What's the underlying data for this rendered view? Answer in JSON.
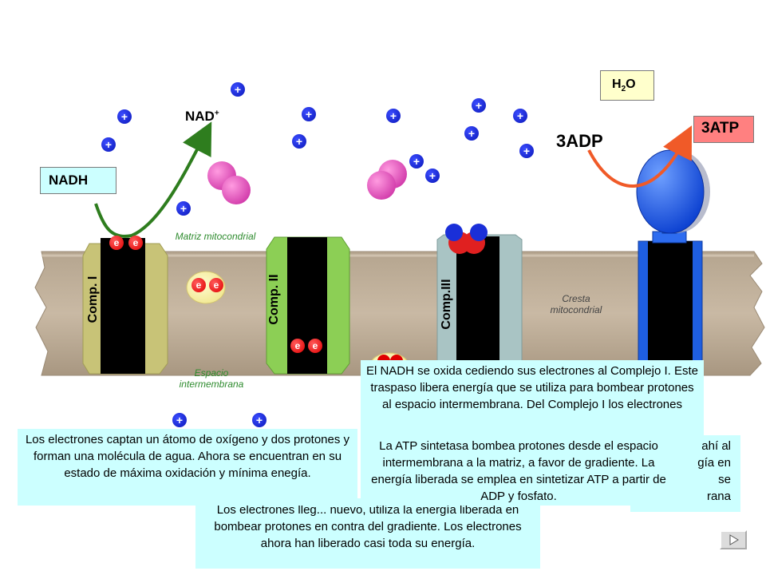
{
  "labels": {
    "nadh": "NADH",
    "nad_plus": "NAD",
    "nad_plus_sup": "+",
    "h2o_h": "H",
    "h2o_sub": "2",
    "h2o_o": "O",
    "adp": "3ADP",
    "atp": "3ATP",
    "matrix": "Matriz mitocondrial",
    "cresta_line1": "Cresta",
    "cresta_line2": "mitocondrial",
    "espacio_line1": "Espacio",
    "espacio_line2": "intermembrana",
    "comp1": "Comp. I",
    "comp2": "Comp. II",
    "comp3": "Comp.III",
    "proton": "+",
    "electron": "e"
  },
  "popups": {
    "oxygen_water": "Los electrones captan un átomo de oxígeno y dos protones y forman una molécula de agua. Ahora se encuentran en su estado de máxima oxidación y mínima enegía.",
    "nadh_complex1": "El NADH se oxida cediendo sus electrones al Complejo I. Este traspaso libera energía que se utiliza para bombear protones al espacio intermembrana. Del Complejo I los electrones",
    "atp_synthase": "La ATP sintetasa bombea protones desde el espacio intermembrana a la matriz, a favor de gradiente. La energía liberada se emplea en sintetizar ATP a partir de ADP y fosfato.",
    "complex3_bottom": "Los electrones lleg... nuevo, utiliza la energía liberada en bombear protones en contra del gradiente. Los electrones ahora han liberado casi toda su energía.",
    "right_fragment_1": "ahí al",
    "right_fragment_2": "gía en",
    "right_fragment_3": "se",
    "right_fragment_4": "rana"
  },
  "colors": {
    "proton": "#0a17b8",
    "electron": "#e00000",
    "membrane": "#c0ae98",
    "popup_bg": "#ccffff",
    "atp_box": "#ff8080",
    "nadh_box": "#ccffff",
    "h2o_box": "#ffffcc"
  }
}
